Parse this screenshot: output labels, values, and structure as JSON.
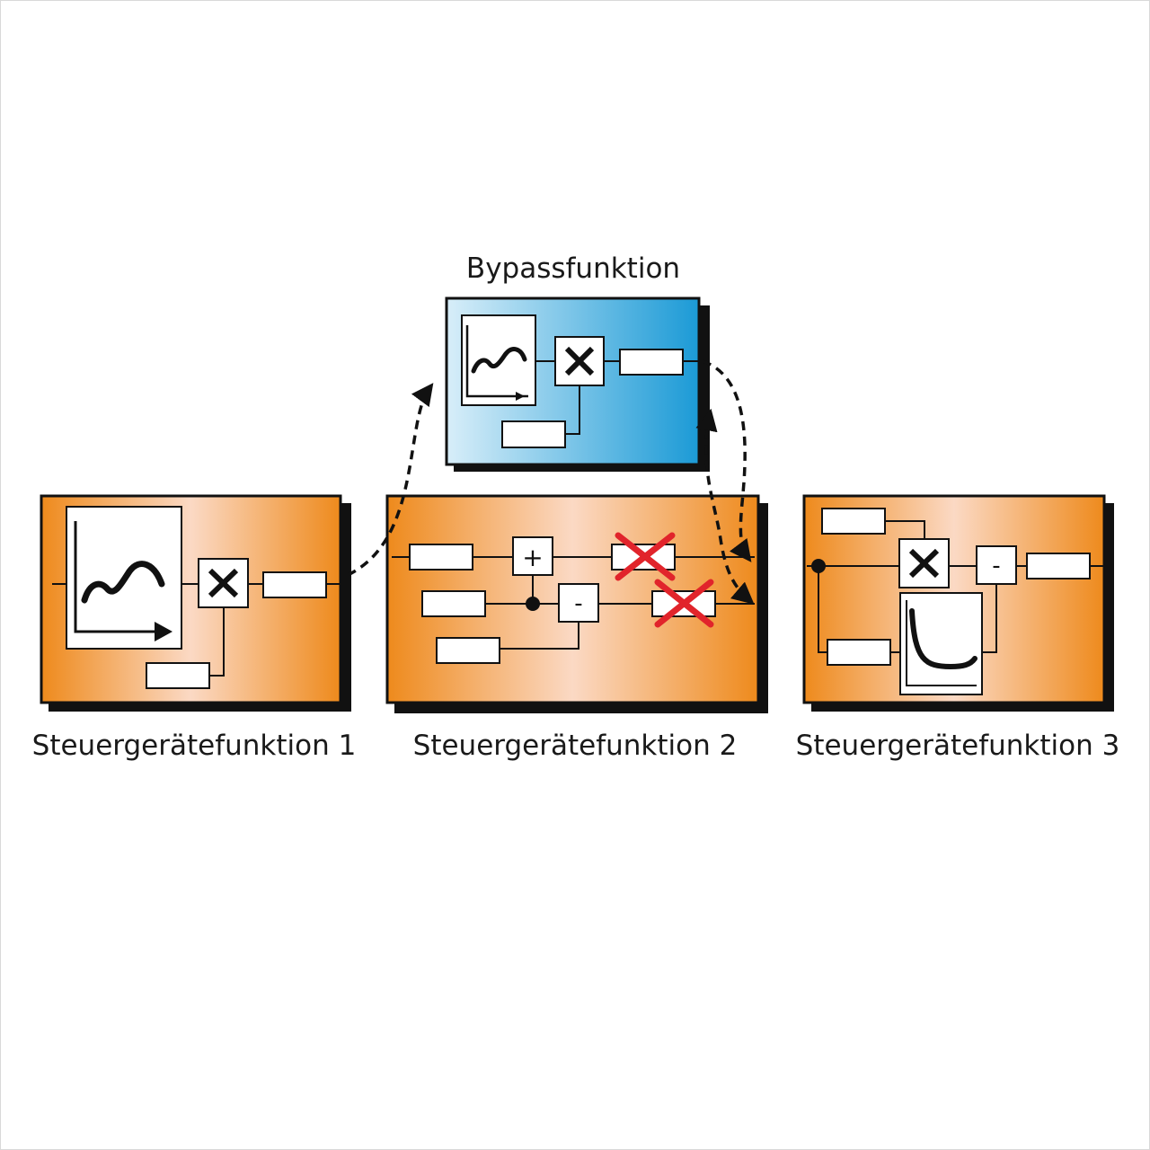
{
  "diagram": {
    "bypass": {
      "title": "Bypassfunktion",
      "color_light": "#d8eef9",
      "color_dark": "#1b9ad6"
    },
    "functions": [
      {
        "label": "Steuergerätefunktion 1"
      },
      {
        "label": "Steuergerätefunktion 2"
      },
      {
        "label": "Steuergerätefunktion 3"
      }
    ],
    "symbols": {
      "plus": "+",
      "minus": "-"
    },
    "colors": {
      "ecu_orange": "#ee8a1c",
      "ecu_light": "#fbd9c4",
      "shadow": "#111111",
      "cross_red": "#e1242b"
    },
    "icons": [
      "multiply-icon",
      "curve-chart-icon",
      "decay-chart-icon",
      "red-cross-icon",
      "dashed-arrow"
    ]
  }
}
